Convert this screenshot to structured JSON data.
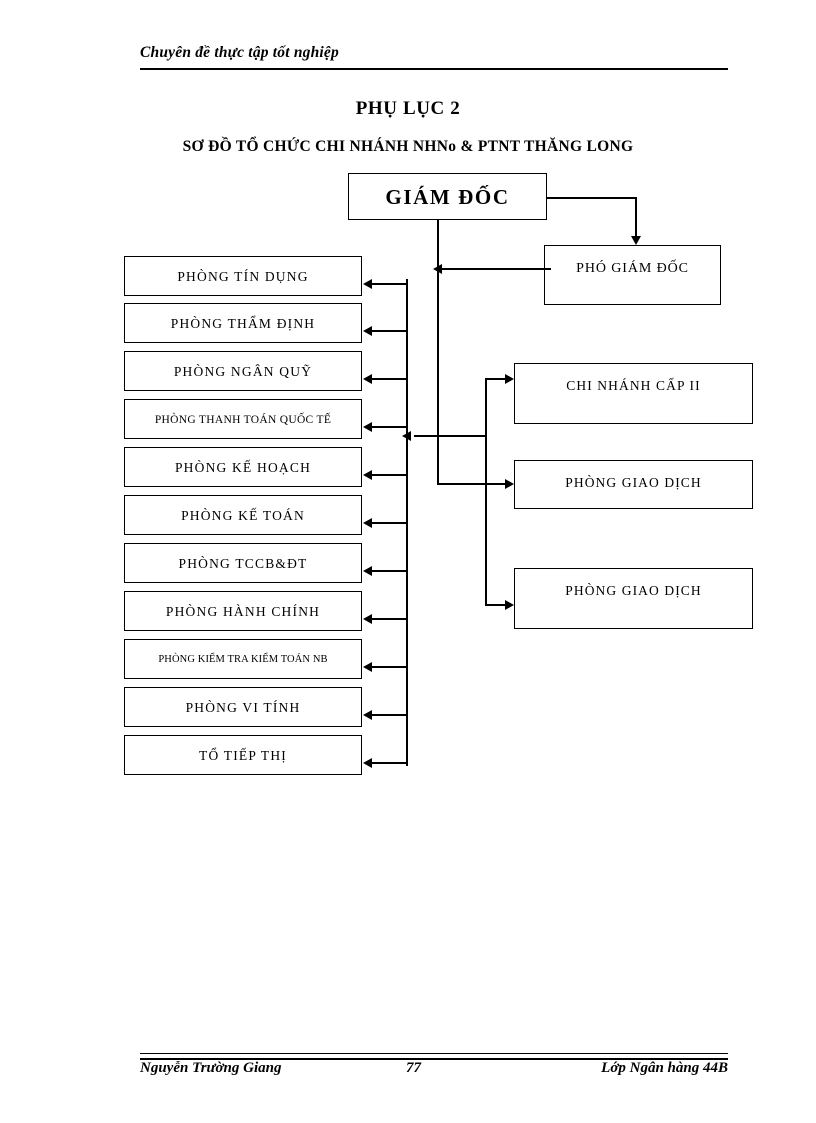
{
  "header": {
    "running_head": "Chuyên đề thực tập tốt nghiệp"
  },
  "title": "PHỤ LỤC 2",
  "subtitle": "SƠ ĐỒ TỔ CHỨC CHI NHÁNH NHNo & PTNT THĂNG LONG",
  "chart_data": {
    "type": "diagram",
    "title": "SƠ ĐỒ TỔ CHỨC CHI NHÁNH NHNo & PTNT THĂNG LONG",
    "orientation": "top-down organizational chart",
    "root": "GIÁM ĐỐC",
    "nodes": {
      "director": "GIÁM ĐỐC",
      "deputy": "PHÓ GIÁM ĐỐC",
      "departments": [
        "PHÒNG TÍN DỤNG",
        "PHÒNG THẨM ĐỊNH",
        "PHÒNG NGÂN QUỸ",
        "PHÒNG THANH TOÁN QUỐC TẾ",
        "PHÒNG KẾ HOẠCH",
        "PHÒNG KẾ TOÁN",
        "PHÒNG TCCB&ĐT",
        "PHÒNG HÀNH CHÍNH",
        "PHÒNG KIỂM TRA KIỂM TOÁN NB",
        "PHÒNG VI TÍNH",
        "TỔ TIẾP THỊ"
      ],
      "branches": [
        "CHI NHÁNH CẤP II",
        "PHÒNG GIAO DỊCH",
        "PHÒNG GIAO DỊCH"
      ]
    },
    "edges": [
      {
        "from": "GIÁM ĐỐC",
        "to": "PHÓ GIÁM ĐỐC"
      },
      {
        "from": "PHÓ GIÁM ĐỐC",
        "to": "departments-trunk"
      },
      {
        "from": "GIÁM ĐỐC",
        "to": "branches-trunk"
      },
      {
        "from": "departments-trunk",
        "to": "PHÒNG TÍN DỤNG"
      },
      {
        "from": "departments-trunk",
        "to": "PHÒNG THẨM ĐỊNH"
      },
      {
        "from": "departments-trunk",
        "to": "PHÒNG NGÂN QUỸ"
      },
      {
        "from": "departments-trunk",
        "to": "PHÒNG THANH TOÁN QUỐC TẾ"
      },
      {
        "from": "departments-trunk",
        "to": "PHÒNG KẾ HOẠCH"
      },
      {
        "from": "departments-trunk",
        "to": "PHÒNG KẾ TOÁN"
      },
      {
        "from": "departments-trunk",
        "to": "PHÒNG TCCB&ĐT"
      },
      {
        "from": "departments-trunk",
        "to": "PHÒNG HÀNH CHÍNH"
      },
      {
        "from": "departments-trunk",
        "to": "PHÒNG KIỂM TRA KIỂM TOÁN NB"
      },
      {
        "from": "departments-trunk",
        "to": "PHÒNG VI TÍNH"
      },
      {
        "from": "departments-trunk",
        "to": "TỔ TIẾP THỊ"
      },
      {
        "from": "branches-trunk",
        "to": "CHI NHÁNH CẤP II"
      },
      {
        "from": "branches-trunk",
        "to": "PHÒNG GIAO DỊCH"
      },
      {
        "from": "branches-trunk",
        "to": "PHÒNG GIAO DỊCH"
      }
    ],
    "line_color": "#000000",
    "box_fill": "#ffffff"
  },
  "footer": {
    "author": "Nguyễn Trường Giang",
    "page_number": "77",
    "class": "Lớp Ngân hàng 44B"
  }
}
